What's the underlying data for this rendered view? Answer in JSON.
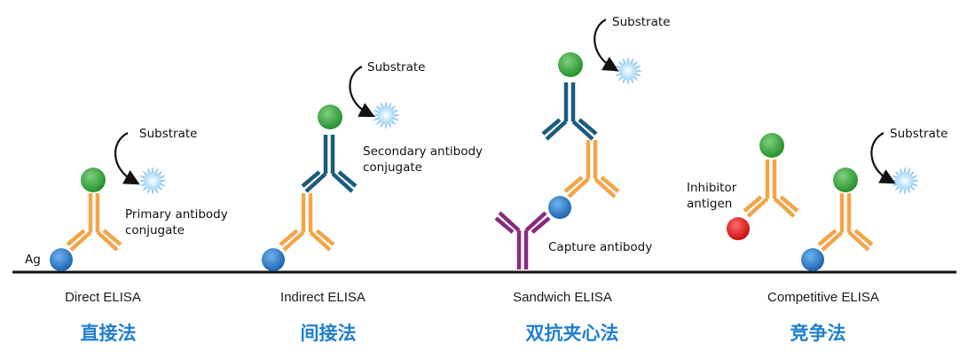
{
  "colors": {
    "primary_antibody": "#f2a64a",
    "secondary_antibody": "#1d5b80",
    "capture_antibody": "#8a2a7e",
    "enzyme": "#3aaa3a",
    "antigen": "#2a7cc8",
    "inhibitor_antigen": "#e02020",
    "substrate": "#8cc8f2",
    "baseline": "#111111",
    "chinese_label": "#1f7fd0"
  },
  "labels": {
    "ag": "Ag",
    "substrate": "Substrate",
    "primary_conjugate_line1": "Primary antibody",
    "primary_conjugate_line2": "conjugate",
    "secondary_conjugate_line1": "Secondary antibody",
    "secondary_conjugate_line2": "conjugate",
    "capture_antibody": "Capture antibody",
    "inhibitor_line1": "Inhibitor",
    "inhibitor_line2": "antigen"
  },
  "panels": [
    {
      "title": "Direct ELISA",
      "title_cn": "直接法"
    },
    {
      "title": "Indirect ELISA",
      "title_cn": "间接法"
    },
    {
      "title": "Sandwich ELISA",
      "title_cn": "双抗夹心法"
    },
    {
      "title": "Competitive ELISA",
      "title_cn": "竞争法"
    }
  ]
}
